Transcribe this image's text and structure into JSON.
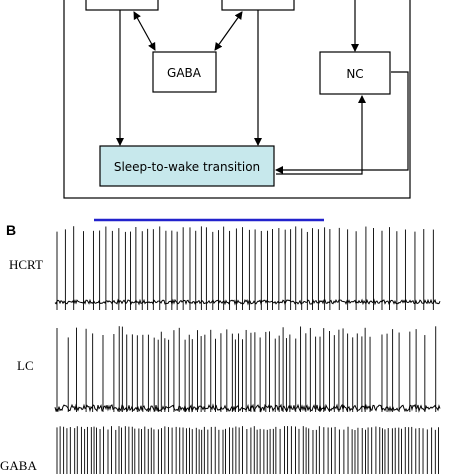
{
  "panel_b": {
    "letter": "B",
    "traces": [
      {
        "label": "HCRT",
        "spike_intervals": [
          5,
          6,
          6,
          5,
          6,
          5,
          6,
          7,
          6,
          4,
          6,
          5,
          6,
          5,
          6,
          5,
          6,
          5,
          6,
          5,
          6,
          5,
          6,
          5,
          6,
          5,
          6,
          5,
          6,
          5,
          6,
          5,
          6,
          5,
          6,
          5,
          6,
          5,
          6,
          5,
          6,
          5,
          6,
          5,
          6,
          5,
          6,
          5,
          8,
          7,
          9,
          8,
          7,
          9,
          8,
          7,
          9,
          8,
          7,
          9,
          8
        ]
      },
      {
        "label": "LC"
      },
      {
        "label": "GABA"
      }
    ],
    "stimulus_bar_color": "#2222cc"
  },
  "panel_a": {
    "boxes": {
      "gaba": "GABA",
      "nc": "NC",
      "transition": "Sleep-to-wake transition"
    },
    "transition_fill": "#c7e8ec"
  }
}
